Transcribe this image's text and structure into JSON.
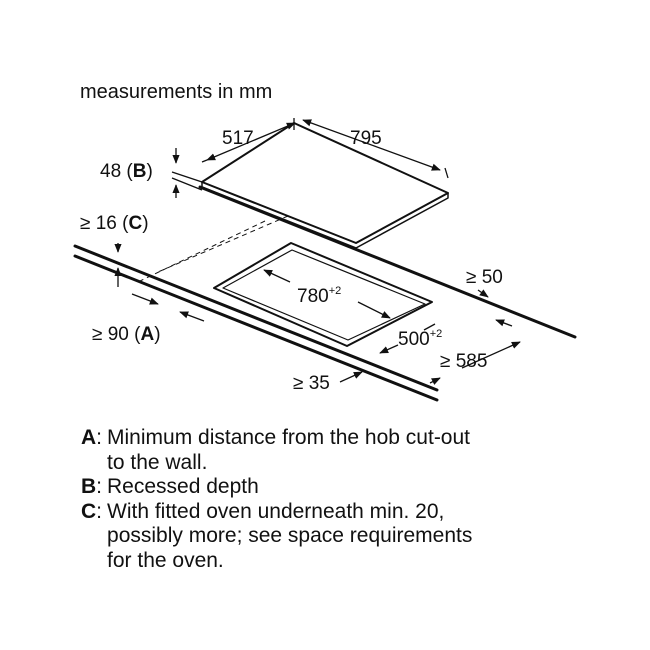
{
  "diagram": {
    "caption": "measurements in mm",
    "dims": {
      "hob_depth": "517",
      "hob_width": "795",
      "cutout_width": "780",
      "cutout_width_tol": "+2",
      "cutout_depth": "500",
      "cutout_depth_tol": "+2",
      "recess_value": "48",
      "recess_key": "B",
      "oven_gap_value": "≥ 16",
      "oven_gap_key": "C",
      "wall_dist_value": "≥ 90",
      "wall_dist_key": "A",
      "rear_edge": "≥ 50",
      "worktop_depth": "≥ 585",
      "front_edge": "≥ 35"
    }
  },
  "legend": [
    {
      "key": "A",
      "text": "Minimum distance from the hob cut-out\nto the wall."
    },
    {
      "key": "B",
      "text": "Recessed depth"
    },
    {
      "key": "C",
      "text": "With fitted oven underneath min. 20,\npossibly more; see space requirements\nfor the oven."
    }
  ]
}
